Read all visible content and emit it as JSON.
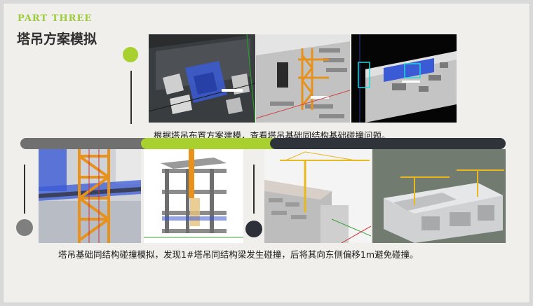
{
  "header": {
    "part_label": "PART  THREE",
    "title": "塔吊方案模拟"
  },
  "captions": {
    "top": "根据塔吊布置方案建模，查看塔吊基础同结构基础碰撞问题。",
    "bottom": "塔吊基础同结构碰撞模拟，发现1#塔吊同结构梁发生碰撞，后将其向东侧偏移1m避免碰撞。"
  },
  "colors": {
    "accent_green": "#a8d12f",
    "bar_gray": "#707070",
    "bar_dark": "#2f343b",
    "dot_gray": "#7f7f7f",
    "dot_dark": "#2d3038",
    "crane_orange": "#e8921e",
    "model_blue": "#3b5bd6"
  }
}
